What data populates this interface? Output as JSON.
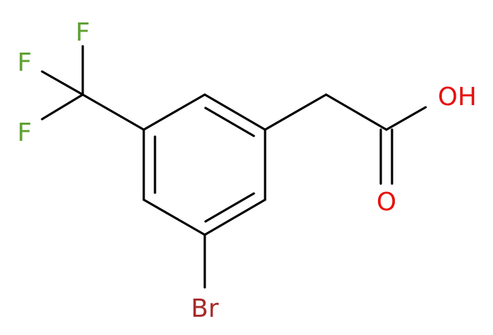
{
  "molecule": {
    "atoms": [
      {
        "id": "F1",
        "symbol": "F",
        "color": "#5fa033"
      },
      {
        "id": "F2",
        "symbol": "F",
        "color": "#5fa033"
      },
      {
        "id": "F3",
        "symbol": "F",
        "color": "#5fa033"
      },
      {
        "id": "O1",
        "symbol": "OH",
        "color": "#e8100f"
      },
      {
        "id": "O2",
        "symbol": "O",
        "color": "#e8100f"
      },
      {
        "id": "Br",
        "symbol": "Br",
        "color": "#a52a2a"
      }
    ],
    "bond_color": "#000000"
  }
}
